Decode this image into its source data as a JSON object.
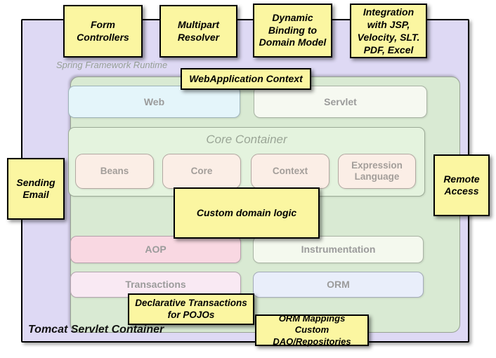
{
  "diagram": {
    "outer_container": {
      "label": "Tomcat Servlet Container"
    },
    "runtime": {
      "label": "Spring Framework Runtime"
    },
    "modules": {
      "web": "Web",
      "servlet": "Servlet",
      "core_container_title": "Core Container",
      "beans": "Beans",
      "core": "Core",
      "context": "Context",
      "expression_language": "Expression Language",
      "aop": "AOP",
      "instrumentation": "Instrumentation",
      "transactions": "Transactions",
      "orm": "ORM"
    },
    "notes": {
      "form_controllers": "Form\nControllers",
      "multipart_resolver": "Multipart\nResolver",
      "dynamic_binding": "Dynamic\nBinding to\nDomain Model",
      "integration": "Integration\nwith JSP,\nVelocity, SLT.\nPDF, Excel",
      "webapplication_context": "WebApplication Context",
      "sending_email": "Sending\nEmail",
      "remote_access": "Remote\nAccess",
      "custom_domain_logic": "Custom domain logic",
      "declarative_transactions": "Declarative Transactions\nfor POJOs",
      "orm_mappings": "ORM Mappings\nCustom DAO/Repositories"
    },
    "colors": {
      "note_yellow": "#fbf6a1",
      "note_border": "#000000",
      "container_purple": "#ded9f4",
      "runtime_green": "#d9ead3",
      "core_container_green": "#e4f3de",
      "web_blue": "#e4f5fa",
      "servlet_white_green": "#f6f9f1",
      "beans_peach": "#fbeee6",
      "aop_pink": "#f9d8e2",
      "transactions_pale_pink": "#f9e9f3",
      "orm_pale_blue": "#e9eefa",
      "module_label_gray": "#9b9b9b"
    }
  }
}
